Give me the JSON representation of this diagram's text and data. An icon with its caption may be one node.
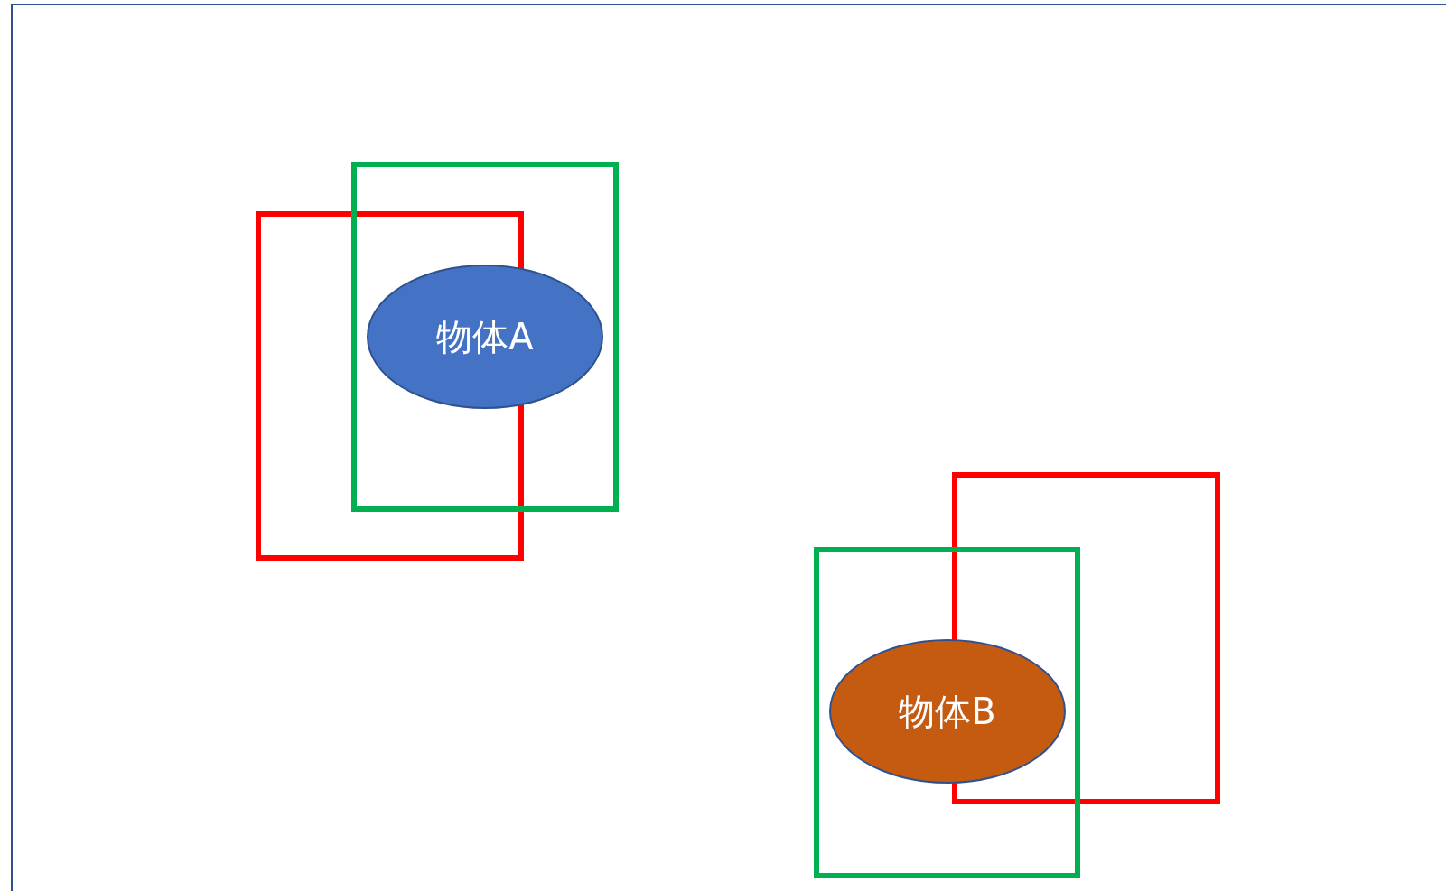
{
  "diagram": {
    "nodes": [
      {
        "text": [],
        "shape": "box"
      },
      {
        "text": [],
        "shape": "box"
      },
      {
        "text": [
          "物体A"
        ],
        "in": 1
      },
      {
        "text": [],
        "shape": "box"
      },
      {
        "text": [],
        "shape": "box"
      },
      {
        "text": [
          "物体B"
        ],
        "in": 4
      }
    ],
    "edges": []
  }
}
